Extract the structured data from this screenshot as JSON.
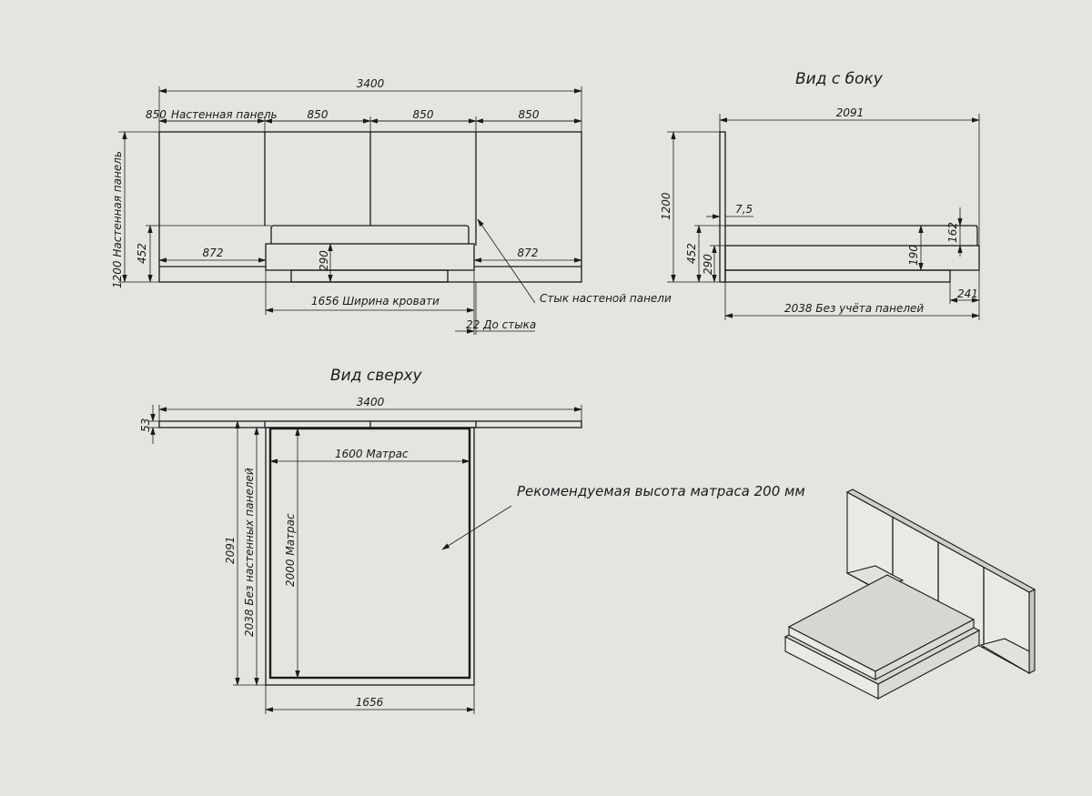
{
  "colors": {
    "background": "#e6e4e1",
    "line": "#1a1a1a",
    "iso_top": "#d8d6d3",
    "iso_side": "#ebe9e6"
  },
  "front_view": {
    "total_width": "3400",
    "panel_1": "850",
    "panel_1_label": "Настенная панель",
    "panel_2": "850",
    "panel_3": "850",
    "panel_4": "850",
    "height_label": "1200  Настенная панель",
    "height_452": "452",
    "height_290": "290",
    "side_left": "872",
    "side_right": "872",
    "bed_width": "1656  Ширина кровати",
    "joint_label": "Стык настеной панели",
    "joint_offset": "22 До стыка"
  },
  "side_view": {
    "title": "Вид с боку",
    "total_depth": "2091",
    "height_1200": "1200",
    "panel_thickness": "7,5",
    "height_452": "452",
    "height_290": "290",
    "dim_190": "190",
    "dim_162": "162",
    "dim_241": "241",
    "depth_no_panels": "2038  Без учёта панелей"
  },
  "top_view": {
    "title": "Вид сверху",
    "total_width": "3400",
    "panel_depth": "53",
    "mattress_width": "1600 Матрас",
    "mattress_length": "2000 Матрас",
    "total_length": "2091",
    "length_no_panels": "2038  Без настенных панелей",
    "bed_width": "1656"
  },
  "note": "Рекомендуемая высота матраса 200 мм"
}
